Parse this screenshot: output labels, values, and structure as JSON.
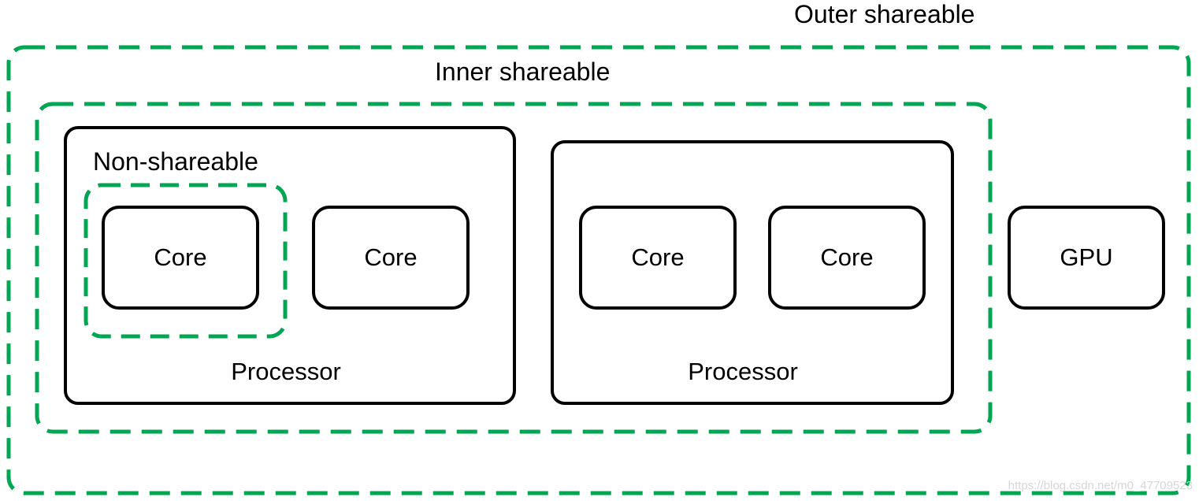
{
  "diagram": {
    "domains": {
      "outer": {
        "label": "Outer shareable",
        "color": "#00a651"
      },
      "inner": {
        "label": "Inner shareable",
        "color": "#00a651"
      },
      "non": {
        "label": "Non-shareable",
        "color": "#00a651"
      }
    },
    "processors": [
      {
        "label": "Processor",
        "cores": [
          "Core",
          "Core"
        ]
      },
      {
        "label": "Processor",
        "cores": [
          "Core",
          "Core"
        ]
      }
    ],
    "gpu": {
      "label": "GPU"
    },
    "watermark": "https://blog.csdn.net/m0_47709523"
  }
}
